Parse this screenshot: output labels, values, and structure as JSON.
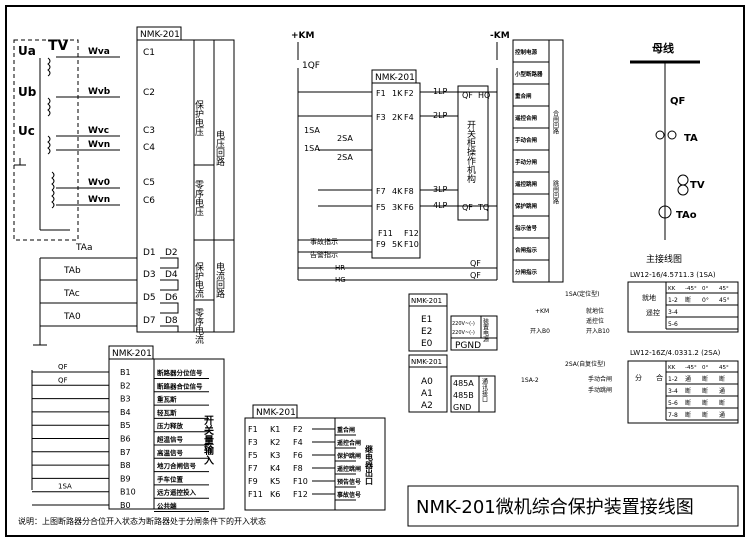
{
  "title": "NMK-201微机综合保护装置接线图",
  "note": "说明：上图断路器分合位开入状态为断路器处于分闸条件下的开入状态",
  "device_label": "NMK-201",
  "analog": {
    "tv_label": "TV",
    "phase_labels": [
      "Ua",
      "Ub",
      "Uc"
    ],
    "voltage_wires": [
      "Wva",
      "Wvb",
      "Wvc",
      "Wvn",
      "Wv0",
      "Wvn"
    ],
    "voltage_terminals": [
      "C1",
      "C2",
      "C3",
      "C4",
      "C5",
      "C6"
    ],
    "current_wires": [
      "TAa",
      "TAb",
      "TAc",
      "TA0"
    ],
    "current_terminals_left": [
      "D1",
      "D3",
      "D5",
      "D7"
    ],
    "current_terminals_right": [
      "D2",
      "D4",
      "D6",
      "D8"
    ],
    "col1": [
      {
        "text": "保护电压"
      },
      {
        "text": "零序电压"
      },
      {
        "text": "保护电流"
      },
      {
        "text": "零序电流"
      }
    ],
    "col2": [
      {
        "text": "电压回路"
      },
      {
        "text": "电流回路"
      }
    ]
  },
  "dc": {
    "plus_km": "+KM",
    "minus_km": "-KM",
    "qf1": "1QF",
    "switches": [
      "1SA",
      "2SA",
      "1SA",
      "2SA"
    ],
    "relay_rows": [
      [
        "F1",
        "1K",
        "F2",
        "1LP"
      ],
      [
        "F3",
        "2K",
        "F4",
        "2LP"
      ],
      [
        "F7",
        "4K",
        "F8",
        "3LP"
      ],
      [
        "F5",
        "3K",
        "F6",
        "4LP"
      ],
      [
        "F9",
        "5K",
        "F10",
        ""
      ]
    ],
    "f11f12": [
      "F11",
      "F12"
    ],
    "qf_labels": [
      "QF",
      "HQ",
      "QF",
      "TQ"
    ],
    "mechanism": "开关柜操作机构",
    "lamp_labels": [
      "事故指示",
      "告警指示",
      "HR",
      "HG"
    ],
    "lamp_qf": [
      "QF",
      "QF"
    ],
    "right_table": [
      "控制电源",
      "小型断路器",
      "重合闸",
      "遥控合闸",
      "手动合闸",
      "手动分闸",
      "遥控跳闸",
      "保护跳闸",
      "指示信号",
      "合闸指示",
      "分闸指示"
    ],
    "right_groups": [
      "合闸回路",
      "跳闸回路"
    ]
  },
  "power": {
    "terminals": [
      "E1",
      "E2",
      "E0"
    ],
    "supply": [
      "220V~(-)",
      "220V~(-)"
    ],
    "supply_label": "装置电源",
    "pgnd": "PGND"
  },
  "comm": {
    "terminals": [
      "A0",
      "A1",
      "A2"
    ],
    "ports": [
      "485A",
      "485B",
      "GND"
    ],
    "label": "通讯接口"
  },
  "digital_in": {
    "inputs": [
      "QF",
      "QF",
      "",
      "",
      "",
      "",
      "",
      "",
      "",
      "1SA",
      ""
    ],
    "terminals": [
      "B1",
      "B2",
      "B3",
      "B4",
      "B5",
      "B6",
      "B7",
      "B8",
      "B9",
      "B10",
      "B0"
    ],
    "signals": [
      "断路器分位信号",
      "断路器合位信号",
      "重瓦斯",
      "轻瓦斯",
      "压力释放",
      "超温信号",
      "高温信号",
      "地刀合闸信号",
      "手车位置",
      "远方遥控投入",
      "公共端"
    ],
    "group_label": "开关量输入"
  },
  "outputs": {
    "rows": [
      [
        "F1",
        "K1",
        "F2"
      ],
      [
        "F3",
        "K2",
        "F4"
      ],
      [
        "F5",
        "K3",
        "F6"
      ],
      [
        "F7",
        "K4",
        "F8"
      ],
      [
        "F9",
        "K5",
        "F10"
      ],
      [
        "F11",
        "K6",
        "F12"
      ]
    ],
    "signals": [
      "重合闸",
      "遥控合闸",
      "保护跳闸",
      "遥控跳闸",
      "预告信号",
      "事故信号"
    ],
    "group_label": "继电器出口"
  },
  "main_wiring": {
    "busbar": "母线",
    "qf": "QF",
    "ta": "TA",
    "tv": "TV",
    "tao": "TAo",
    "caption": "主接线图"
  },
  "switch1": {
    "title": "LW12-16/4.5711.3 (1SA)",
    "name": "1SA(定位型)",
    "pos": [
      "就地位",
      "遥控位",
      "开入B0",
      "开入B10"
    ],
    "plus": "+KM",
    "header": [
      "KK",
      "-45°",
      "0°",
      "45°"
    ],
    "rows": [
      [
        "1-2",
        "断",
        "0°",
        "45°"
      ],
      [
        "3-4",
        "",
        "",
        ""
      ],
      [
        "5-6",
        "",
        "",
        ""
      ]
    ],
    "legend": [
      "就地",
      "遥控"
    ]
  },
  "switch2": {
    "title": "LW12-16Z/4.0331.2 (2SA)",
    "name": "2SA(自复位型)",
    "feed": "1SA-2",
    "pos": [
      "手动合闸",
      "手动跳闸"
    ],
    "header": [
      "KK",
      "-45°",
      "0°",
      "45°"
    ],
    "rows": [
      [
        "1-2",
        "通",
        "断",
        "断"
      ],
      [
        "3-4",
        "断",
        "断",
        "通"
      ],
      [
        "5-6",
        "断",
        "断",
        "断"
      ],
      [
        "7-8",
        "断",
        "断",
        "通"
      ]
    ],
    "legend": [
      "分",
      "合"
    ]
  }
}
